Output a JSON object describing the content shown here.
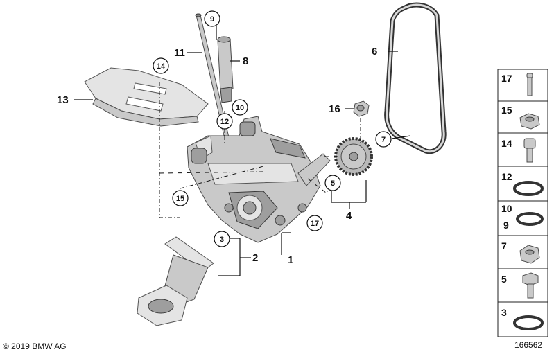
{
  "callouts": {
    "c1": "1",
    "c2": "2",
    "c3": "3",
    "c4": "4",
    "c5": "5",
    "c6": "6",
    "c7": "7",
    "c8": "8",
    "c9": "9",
    "c10": "10",
    "c11": "11",
    "c12": "12",
    "c13": "13",
    "c14": "14",
    "c15": "15",
    "c16": "16",
    "c17": "17"
  },
  "side_panel": [
    "17",
    "15",
    "14",
    "12",
    "10",
    "9",
    "7",
    "5",
    "3"
  ],
  "footer": {
    "copyright": "© 2019 BMW AG",
    "diagram_number": "166562"
  }
}
